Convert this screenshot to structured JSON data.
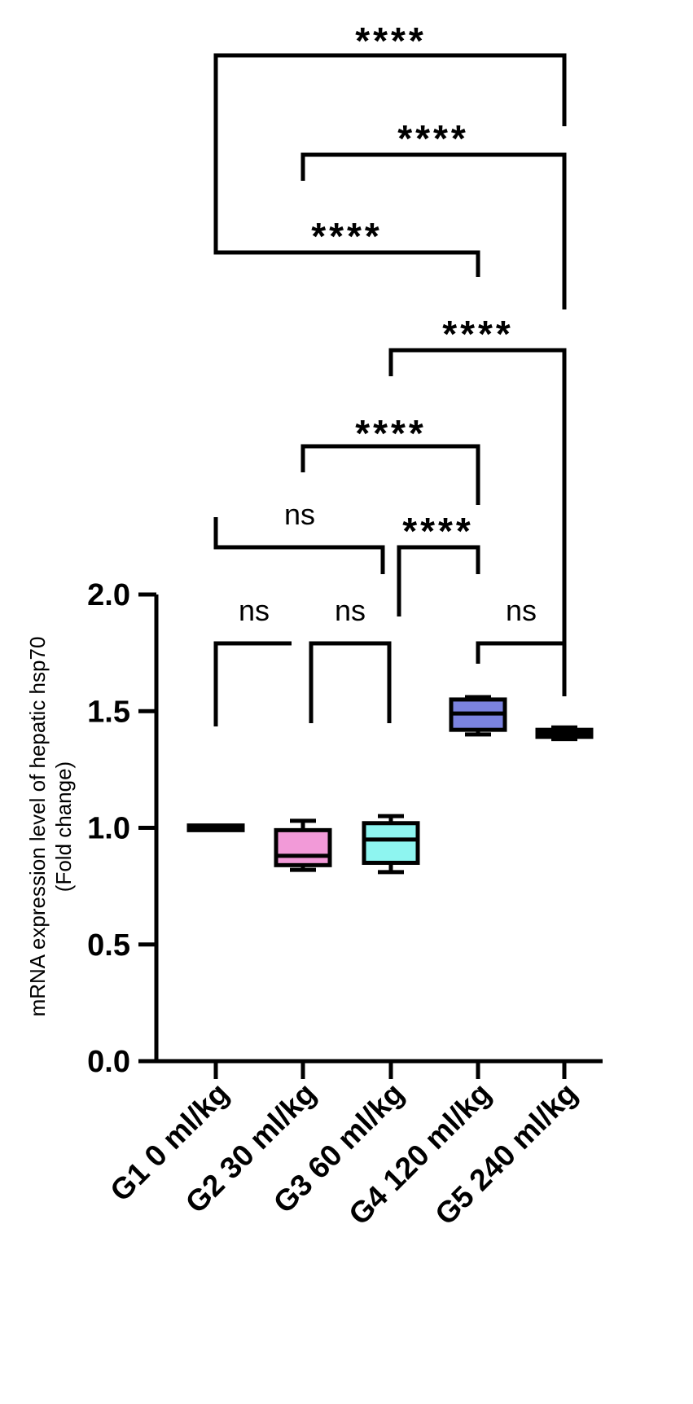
{
  "chart_data": {
    "type": "box",
    "ylabel_line1": "mRNA expression level of  hepatic hsp70",
    "ylabel_line2": "(Fold change)",
    "ylim": [
      0,
      2.0
    ],
    "yticks": [
      "0.0",
      "0.5",
      "1.0",
      "1.5",
      "2.0"
    ],
    "ytick_values": [
      0,
      0.5,
      1.0,
      1.5,
      2.0
    ],
    "categories": [
      "G1 0 ml/kg",
      "G2 30 ml/kg",
      "G3 60 ml/kg",
      "G4 120 ml/kg",
      "G5 240 ml/kg"
    ],
    "boxes": [
      {
        "group": "G1 0 ml/kg",
        "min": 1.0,
        "q1": 0.99,
        "median": 1.0,
        "q3": 1.01,
        "max": 1.0,
        "color": "#000000"
      },
      {
        "group": "G2 30 ml/kg",
        "min": 0.82,
        "q1": 0.84,
        "median": 0.88,
        "q3": 0.99,
        "max": 1.03,
        "color": "#f29ad8"
      },
      {
        "group": "G3 60 ml/kg",
        "min": 0.81,
        "q1": 0.85,
        "median": 0.95,
        "q3": 1.02,
        "max": 1.05,
        "color": "#8ef5f0"
      },
      {
        "group": "G4 120 ml/kg",
        "min": 1.4,
        "q1": 1.42,
        "median": 1.49,
        "q3": 1.55,
        "max": 1.56,
        "color": "#7b83e0"
      },
      {
        "group": "G5 240 ml/kg",
        "min": 1.38,
        "q1": 1.39,
        "median": 1.4,
        "q3": 1.42,
        "max": 1.43,
        "color": "#000000"
      }
    ],
    "comparisons": [
      {
        "from": "G1 0 ml/kg",
        "to": "G2 30 ml/kg",
        "label": "ns"
      },
      {
        "from": "G2 30 ml/kg",
        "to": "G3 60 ml/kg",
        "label": "ns"
      },
      {
        "from": "G4 120 ml/kg",
        "to": "G5 240 ml/kg",
        "label": "ns"
      },
      {
        "from": "G1 0 ml/kg",
        "to": "G3 60 ml/kg",
        "label": "ns"
      },
      {
        "from": "G3 60 ml/kg",
        "to": "G4 120 ml/kg",
        "label": "****"
      },
      {
        "from": "G2 30 ml/kg",
        "to": "G4 120 ml/kg",
        "label": "****"
      },
      {
        "from": "G3 60 ml/kg",
        "to": "G5 240 ml/kg",
        "label": "****"
      },
      {
        "from": "G1 0 ml/kg",
        "to": "G4 120 ml/kg",
        "label": "****"
      },
      {
        "from": "G2 30 ml/kg",
        "to": "G5 240 ml/kg",
        "label": "****"
      },
      {
        "from": "G1 0 ml/kg",
        "to": "G5 240 ml/kg",
        "label": "****"
      }
    ]
  }
}
